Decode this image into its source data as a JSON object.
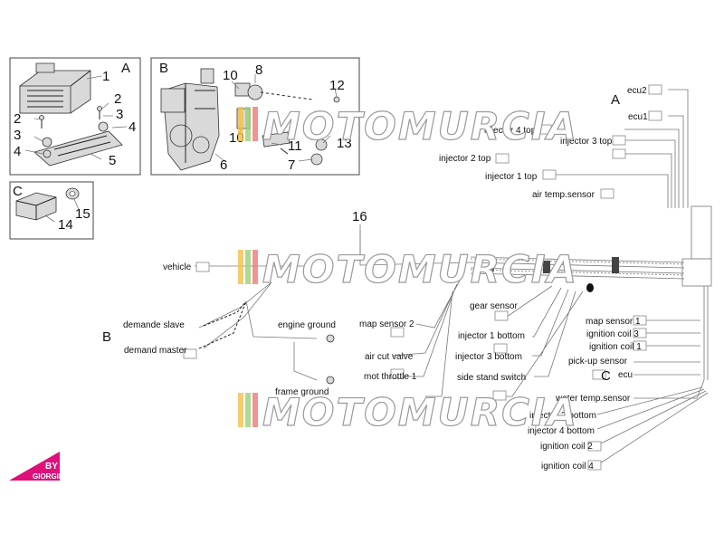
{
  "watermark": "MOTOMURCIA",
  "brand_logo": {
    "text_top": "BY",
    "text_bottom": "GIORGIE",
    "color": "#e0107a"
  },
  "group_letters": {
    "A": "A",
    "B": "B",
    "C": "C"
  },
  "part_numbers": [
    "1",
    "2",
    "3",
    "4",
    "5",
    "2",
    "3",
    "4",
    "8",
    "10",
    "12",
    "10",
    "11",
    "13",
    "6",
    "7",
    "14",
    "15",
    "16"
  ],
  "labels": {
    "ecu2": "ecu2",
    "ecu1": "ecu1",
    "injector_4_top": "injector 4 top",
    "injector_3_top": "injector 3 top",
    "injector_2_top": "injector 2 top",
    "injector_1_top": "injector 1 top",
    "air_temp_sensor": "air temp.sensor",
    "vehicle": "vehicle",
    "gear_sensor": "gear sensor",
    "demande_slave": "demande slave",
    "demand_master": "demand master",
    "engine_ground": "engine ground",
    "map_sensor_2": "map sensor 2",
    "injector_1_bottom": "injector 1 bottom",
    "air_cut_valve": "air cut valve",
    "injector_3_bottom": "injector 3 bottom",
    "mot_throttle_1": "mot throttle 1",
    "side_stand_switch": "side stand switch",
    "frame_ground": "frame ground",
    "map_sensor_1": "map sensor 1",
    "ignition_coil_3": "ignition coil 3",
    "ignition_coil_1": "ignition coil 1",
    "pick_up_sensor": "pick-up sensor",
    "ecu": "ecu",
    "water_temp_sensor": "water temp.sensor",
    "injector_2_bottom": "injector 2 bottom",
    "injector_4_bottom": "injector 4 bottom",
    "ignition_coil_2": "ignition coil 2",
    "ignition_coil_4": "ignition coil 4"
  }
}
